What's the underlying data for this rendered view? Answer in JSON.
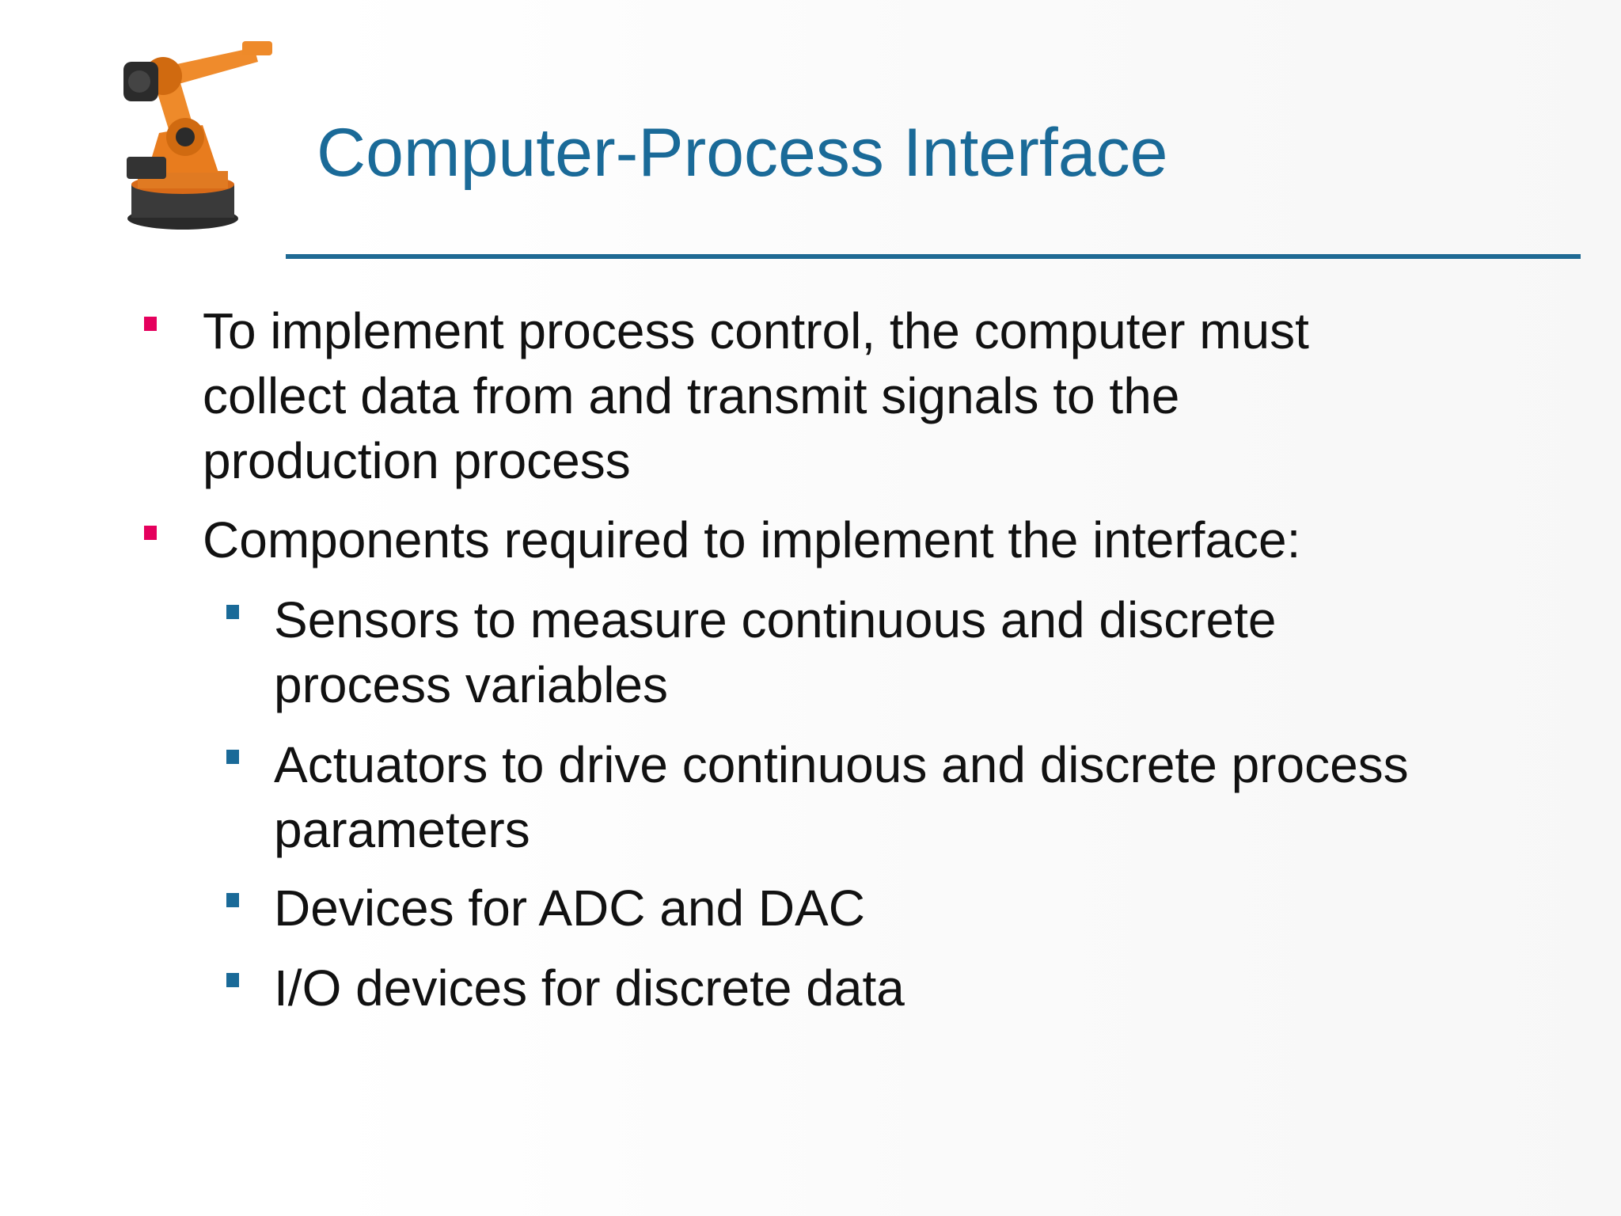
{
  "slide": {
    "title": "Computer-Process Interface",
    "logo_icon": "industrial-robot-arm-icon",
    "colors": {
      "title": "#1a6a98",
      "rule": "#1f6a94",
      "level1_bullet": "#e5005d",
      "level2_bullet": "#1a6a98",
      "text": "#111111"
    },
    "bullets": [
      {
        "lines": [
          "To implement process control, the computer must",
          "collect data from and transmit signals to the",
          "production process"
        ]
      },
      {
        "lines": [
          "Components required to implement the interface:"
        ],
        "sub_bullets": [
          {
            "lines": [
              "Sensors to measure continuous and discrete",
              "process variables"
            ]
          },
          {
            "lines": [
              "Actuators to drive continuous and discrete process",
              "parameters"
            ]
          },
          {
            "lines": [
              "Devices for ADC and DAC"
            ]
          },
          {
            "lines": [
              "I/O devices for discrete data"
            ]
          }
        ]
      }
    ]
  }
}
